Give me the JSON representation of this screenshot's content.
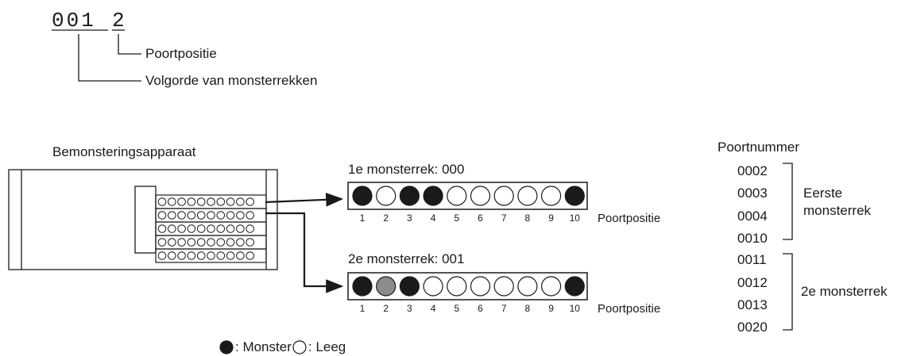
{
  "code_example": {
    "seq_digits": "001",
    "port_digit": "2",
    "port_label": "Poortpositie",
    "seq_label": "Volgorde van monsterrekken"
  },
  "device": {
    "title": "Bemonsteringsapparaat",
    "rack_row_count": 5,
    "slots_per_row": 10
  },
  "racks": [
    {
      "title": "1e monsterrek: 000",
      "filled": [
        1,
        0,
        1,
        1,
        0,
        0,
        0,
        0,
        0,
        1
      ],
      "position_label": "Poortpositie"
    },
    {
      "title": "2e monsterrek: 001",
      "filled": [
        1,
        2,
        1,
        0,
        0,
        0,
        0,
        0,
        0,
        1
      ],
      "position_label": "Poortpositie"
    }
  ],
  "position_numbers": [
    "1",
    "2",
    "3",
    "4",
    "5",
    "6",
    "7",
    "8",
    "9",
    "10"
  ],
  "legend": {
    "sample_label": ": Monster",
    "empty_label": ": Leeg"
  },
  "port_numbers": {
    "title": "Poortnummer",
    "groups": [
      {
        "label_lines": [
          "Eerste",
          "monsterrek"
        ],
        "items": [
          "0002",
          "0003",
          "0004",
          "0010"
        ]
      },
      {
        "label_lines": [
          "2e monsterrek"
        ],
        "items": [
          "0011",
          "0012",
          "0013",
          "0020"
        ]
      }
    ]
  },
  "colors": {
    "sample": "#1a1a1a",
    "empty": "#ffffff",
    "partial": "#8c8c8c",
    "line": "#1a1a1a"
  }
}
